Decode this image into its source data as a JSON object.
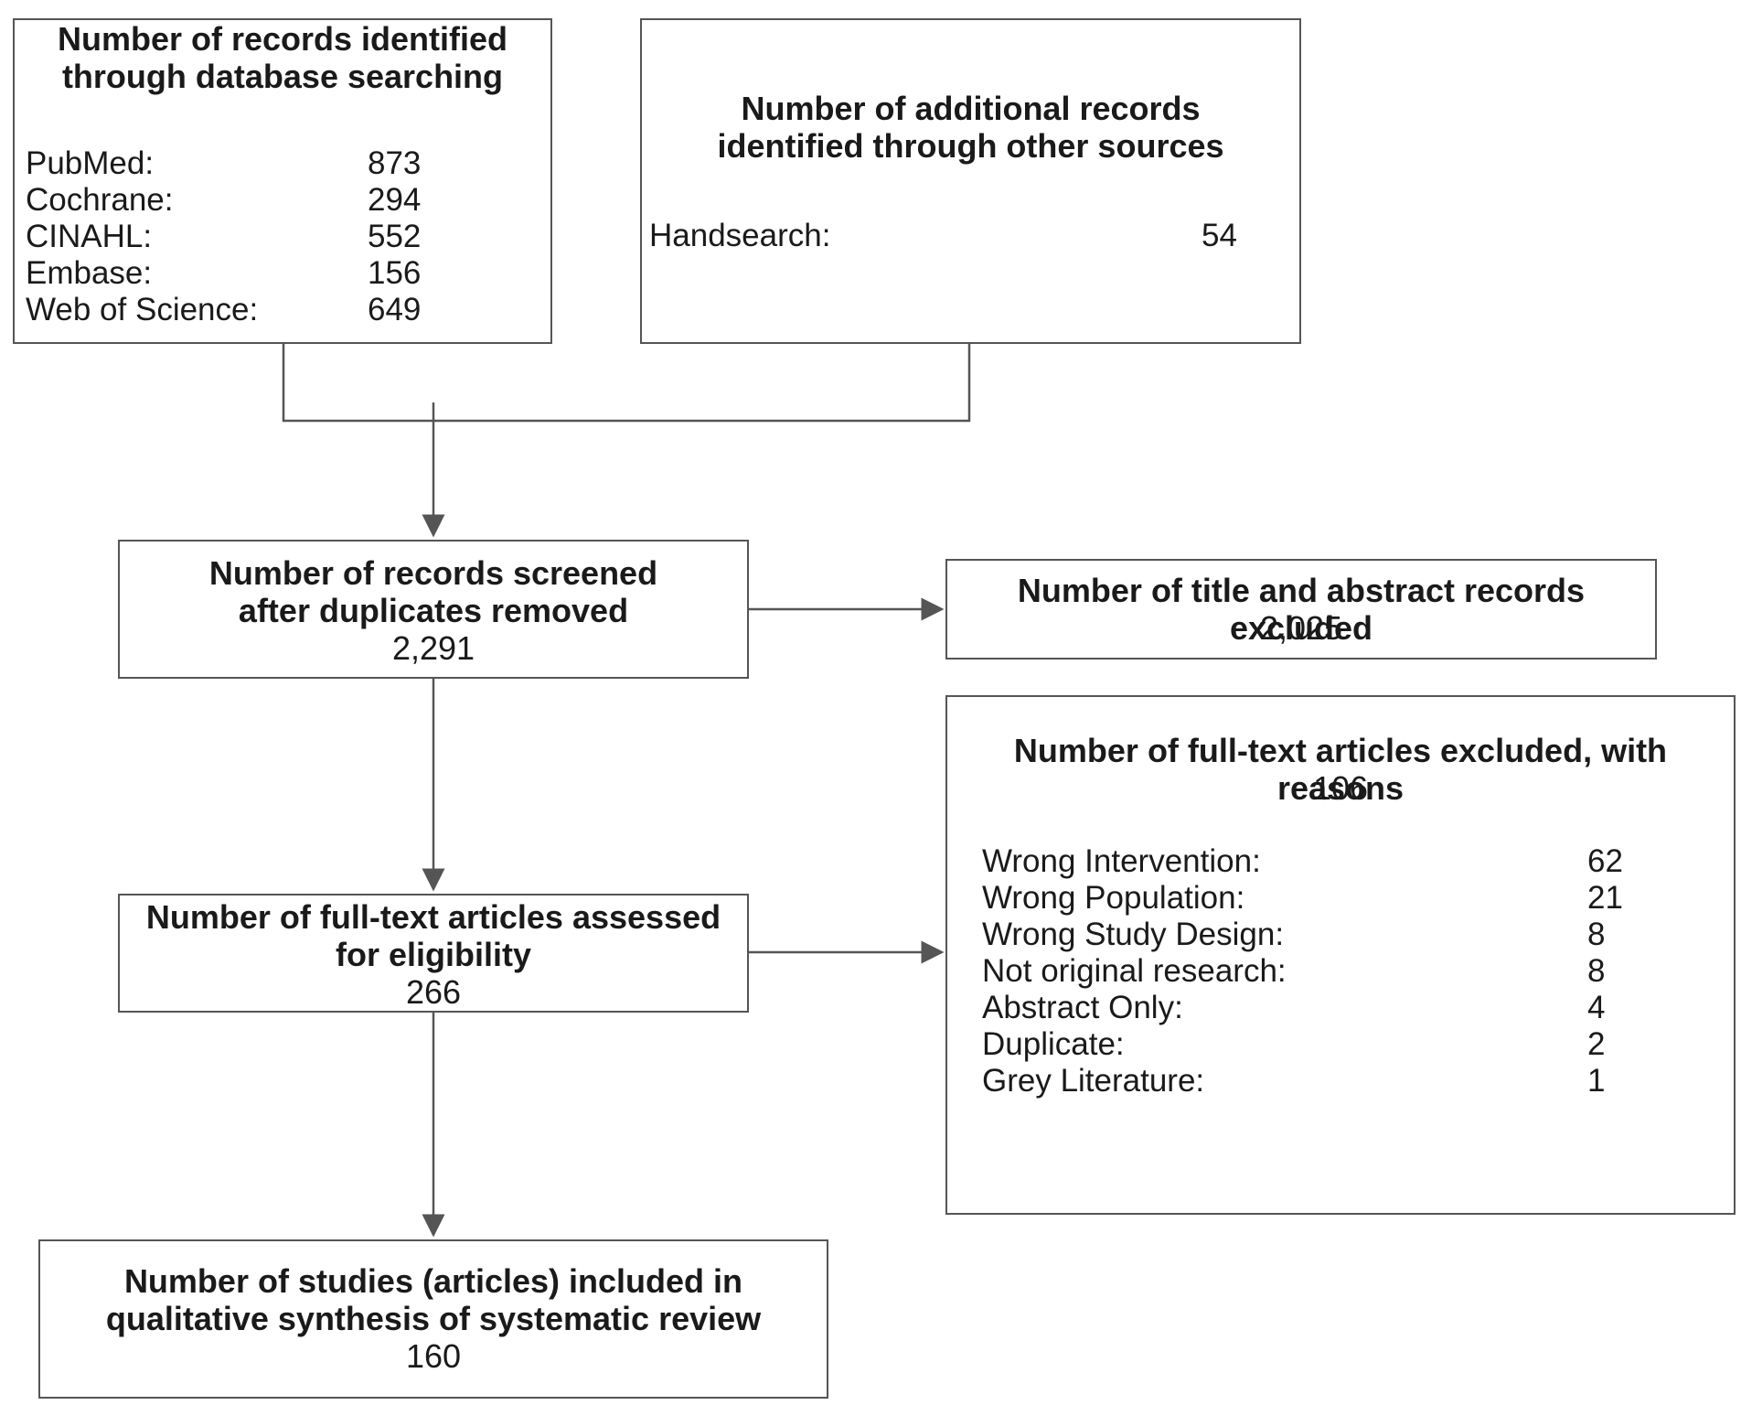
{
  "identification": {
    "database_box": {
      "title": "Number of records identified through database searching",
      "rows": [
        {
          "label": "PubMed:",
          "value": "873"
        },
        {
          "label": "Cochrane:",
          "value": "294"
        },
        {
          "label": "CINAHL:",
          "value": "552"
        },
        {
          "label": "Embase:",
          "value": "156"
        },
        {
          "label": "Web of Science:",
          "value": "649"
        }
      ]
    },
    "other_sources_box": {
      "title": "Number of additional records identified through other sources",
      "rows": [
        {
          "label": "Handsearch:",
          "value": "54"
        }
      ]
    }
  },
  "screening": {
    "screened_box": {
      "title": "Number of records screened after duplicates removed",
      "value": "2,291"
    },
    "excluded_box": {
      "title": "Number of title and abstract records excluded",
      "value": "2,025"
    }
  },
  "eligibility": {
    "fulltext_box": {
      "title": "Number of full-text articles assessed for eligibility",
      "value": "266"
    },
    "fulltext_excluded_box": {
      "title": "Number of full-text articles excluded, with reasons",
      "value": "106",
      "reasons": [
        {
          "label": "Wrong Intervention:",
          "value": "62"
        },
        {
          "label": "Wrong Population:",
          "value": "21"
        },
        {
          "label": "Wrong Study Design:",
          "value": "8"
        },
        {
          "label": "Not original research:",
          "value": "8"
        },
        {
          "label": "Abstract Only:",
          "value": "4"
        },
        {
          "label": "Duplicate:",
          "value": "2"
        },
        {
          "label": "Grey Literature:",
          "value": "1"
        }
      ]
    }
  },
  "included": {
    "included_box": {
      "title": "Number of studies (articles) included in qualitative synthesis of systematic review",
      "value": "160"
    }
  },
  "colors": {
    "line": "#555555",
    "text": "#1a1a1a"
  }
}
